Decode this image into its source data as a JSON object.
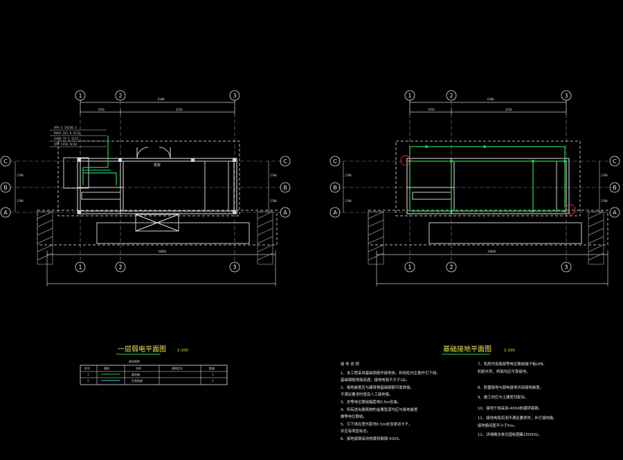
{
  "colors": {
    "background": "#000000",
    "line": "#e6e6e6",
    "dim": "#cfcfcf",
    "green": "#21d24a",
    "title_yellow": "#f2e64a",
    "cyan": "#29c9d8",
    "red": "#e03030",
    "hatch": "#bdbdbd"
  },
  "left_plan": {
    "grid_labels": {
      "top": [
        "1",
        "2",
        "3"
      ],
      "bottom": [
        "1",
        "2",
        "3"
      ],
      "left": [
        "C",
        "B",
        "A"
      ],
      "right": [
        "C",
        "B",
        "A"
      ]
    },
    "title": "一层弱电平面图",
    "scale": "1:100",
    "room_label": "机房",
    "legend_caption": "弱电图例",
    "legend_rows": [
      [
        "序号",
        "图例",
        "名称",
        "规格型号",
        "数量"
      ],
      [
        "1",
        "",
        "弱电箱",
        "",
        "1"
      ],
      [
        "2",
        "",
        "信息插座",
        "",
        "1"
      ]
    ]
  },
  "right_plan": {
    "grid_labels": {
      "top": [
        "1",
        "2",
        "3"
      ],
      "bottom": [
        "1",
        "2",
        "3"
      ],
      "left": [
        "C",
        "B",
        "A"
      ],
      "right": [
        "C",
        "B",
        "A"
      ]
    },
    "title": "基础接地平面图",
    "scale": "1:100",
    "notes_heading": "接 地 说 明",
    "notes_left": [
      "1、本工程采用基础钢筋作接地体，利用柱内主筋作引下线。",
      "  基础钢筋焊接连通，接地电阻不大于1Ω。",
      "2、接地装置应与建筑物基础钢筋可靠焊接，",
      "  不满足要求时增设人工接地极。",
      "3、总等电位联结箱距地0.5m安装。",
      "4、所有进出建筑物的金属管道均应与接地装置",
      "  做等电位联结。",
      "5、引下线在室外距地0.5m处设测试卡子，",
      "  并应有明显标志。",
      "6、接地扁钢采用热镀锌扁钢-50X5。"
    ],
    "notes_right": [
      "7、机房内设局部等电位联结端子板LEB。",
      "  机柜外壳、桥架均应可靠接地。",
      "8、防雷接地与弱电接地共用接地装置。",
      "9、施工时应与土建密切配合。",
      "10、接地干线采用-40X4热镀锌扁钢。",
      "11、接地电阻实测不满足要求时，补打接地极。",
      "  接地极间距不小于5m。",
      "12、详细做法参见国标图集15D502。"
    ]
  }
}
